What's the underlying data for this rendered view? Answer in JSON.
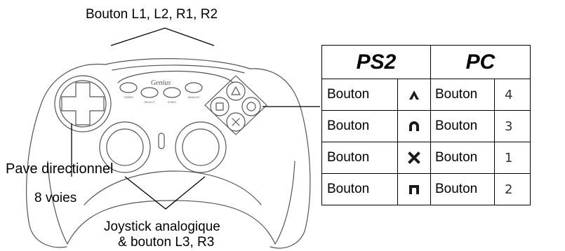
{
  "labels": {
    "shoulder_buttons": "Bouton L1, L2, R1, R2",
    "dpad": "Pave directionnel",
    "dpad_ways": "8 voies",
    "joystick_line1": "Joystick analogique",
    "joystick_line2": "& bouton L3, R3"
  },
  "controller": {
    "brand": "Genius",
    "small_buttons": [
      "TURBO",
      "SELECT",
      "START",
      "ANALOG"
    ]
  },
  "mapping_table": {
    "headers": [
      "PS2",
      "PC"
    ],
    "rows": [
      {
        "ps2_label": "Bouton",
        "ps2_symbol": "triangle-icon",
        "pc_label": "Bouton",
        "pc_number": "4"
      },
      {
        "ps2_label": "Bouton",
        "ps2_symbol": "circle-icon",
        "pc_label": "Bouton",
        "pc_number": "3"
      },
      {
        "ps2_label": "Bouton",
        "ps2_symbol": "cross-icon",
        "pc_label": "Bouton",
        "pc_number": "1"
      },
      {
        "ps2_label": "Bouton",
        "ps2_symbol": "square-icon",
        "pc_label": "Bouton",
        "pc_number": "2"
      }
    ]
  }
}
